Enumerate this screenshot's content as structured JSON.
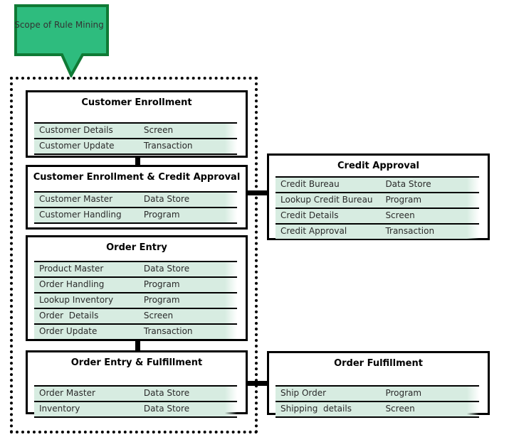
{
  "callout": {
    "text": "Scope of Rule Mining"
  },
  "colors": {
    "callout_fill": "#2ebc7e",
    "callout_border": "#0f7a35",
    "row_fill": "#d7ece1",
    "box_border": "#000000"
  },
  "panels": [
    {
      "title": "Customer Enrollment",
      "rows": [
        [
          "Customer Details",
          "Screen"
        ],
        [
          "Customer Update",
          "Transaction"
        ]
      ]
    },
    {
      "title": "Customer Enrollment & Credit Approval",
      "rows": [
        [
          "Customer Master",
          "Data Store"
        ],
        [
          "Customer Handling",
          "Program"
        ]
      ]
    },
    {
      "title": "Order Entry",
      "rows": [
        [
          "Product Master",
          "Data Store"
        ],
        [
          "Order Handling",
          "Program"
        ],
        [
          "Lookup Inventory",
          "Program"
        ],
        [
          "Order  Details",
          "Screen"
        ],
        [
          "Order Update",
          "Transaction"
        ]
      ]
    },
    {
      "title": "Order Entry & Fulfillment",
      "rows": [
        [
          "Order Master",
          "Data Store"
        ],
        [
          "Inventory",
          "Data Store"
        ]
      ]
    },
    {
      "title": "Credit Approval",
      "rows": [
        [
          "Credit Bureau",
          "Data Store"
        ],
        [
          "Lookup Credit Bureau",
          "Program"
        ],
        [
          "Credit Details",
          "Screen"
        ],
        [
          "Credit Approval",
          "Transaction"
        ]
      ]
    },
    {
      "title": "Order Fulfillment",
      "rows": [
        [
          "Ship Order",
          "Program"
        ],
        [
          "Shipping  details",
          "Screen"
        ]
      ]
    }
  ]
}
